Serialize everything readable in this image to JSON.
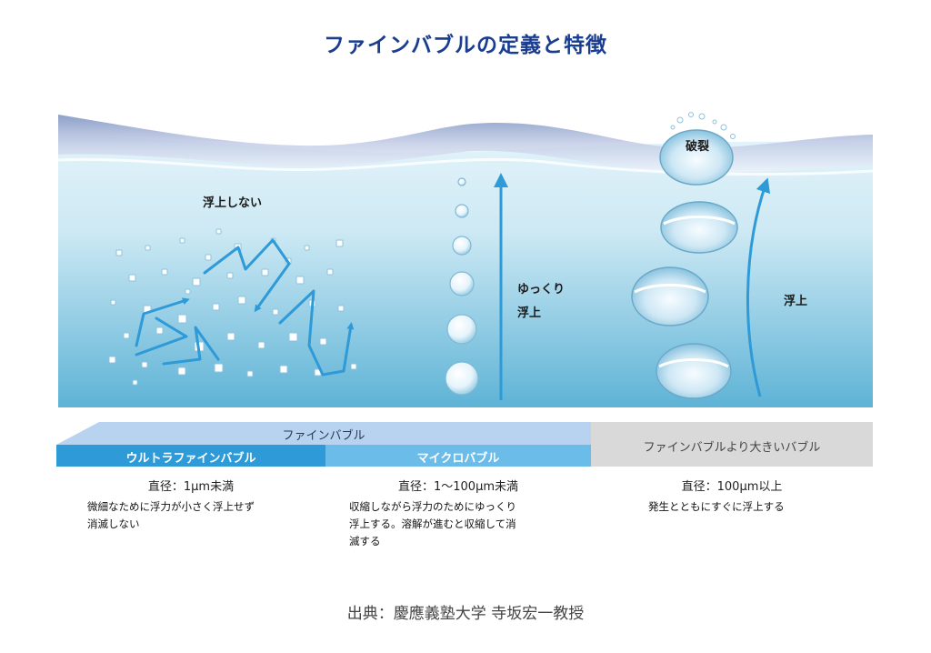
{
  "title": "ファインバブルの定義と特徴",
  "scene_labels": {
    "ultra": "浮上しない",
    "micro_line1": "ゆっくり",
    "micro_line2": "浮上",
    "large_burst": "破裂",
    "large_rise": "浮上"
  },
  "categories": {
    "fine_bubble": "ファインバブル",
    "ultra_fine": "ウルトラファインバブル",
    "micro": "マイクロバブル",
    "larger": "ファインバブルより大きいバブル"
  },
  "columns": [
    {
      "diameter": "直径：1μm未満",
      "desc_lines": [
        "微細なために浮力が小さく浮上せず",
        "消滅しない"
      ]
    },
    {
      "diameter": "直径：1〜100μm未満",
      "desc_lines": [
        "収縮しながら浮力のためにゆっくり",
        "浮上する。溶解が進むと収縮して消",
        "滅する"
      ]
    },
    {
      "diameter": "直径：100μm以上",
      "desc_lines": [
        "発生とともにすぐに浮上する"
      ]
    }
  ],
  "source": "出典：慶應義塾大学 寺坂宏一教授",
  "colors": {
    "title": "#1a3d8f",
    "arrow": "#2f9ad8",
    "band_light": "#b8d3ef",
    "band_ultra": "#2f9ad8",
    "band_micro": "#6cbce9",
    "band_grey": "#d9d9d9"
  }
}
